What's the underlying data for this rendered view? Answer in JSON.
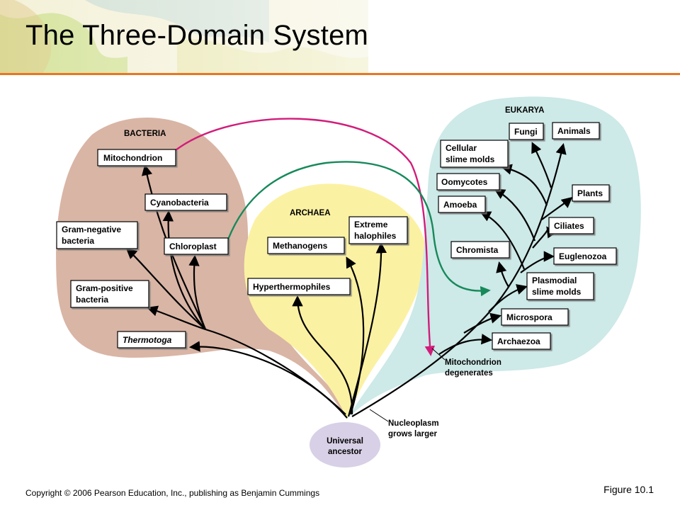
{
  "slide": {
    "title": "The Three-Domain System",
    "copyright": "Copyright © 2006 Pearson Education, Inc., publishing as Benjamin Cummings",
    "figure": "Figure 10.1"
  },
  "colors": {
    "bacteria_region": "#d9b5a5",
    "archaea_region": "#fbf1a3",
    "eukarya_region": "#cde9e8",
    "ancestor": "#d8d0e6",
    "mitochondrion_arrow": "#d11d7a",
    "chloroplast_arrow": "#17895a",
    "title_rule": "#e87722"
  },
  "diagram": {
    "domains": {
      "bacteria": "BACTERIA",
      "archaea": "ARCHAEA",
      "eukarya": "EUKARYA"
    },
    "bacteria_taxa": [
      "Mitochondrion",
      "Cyanobacteria",
      "Gram-negative",
      "bacteria",
      "Chloroplast",
      "Gram-positive",
      "bacteria",
      "Thermotoga"
    ],
    "archaea_taxa": [
      "Methanogens",
      "Extreme",
      "halophiles",
      "Hyperthermophiles"
    ],
    "eukarya_taxa": [
      "Fungi",
      "Animals",
      "Cellular",
      "slime molds",
      "Oomycotes",
      "Plants",
      "Amoeba",
      "Ciliates",
      "Chromista",
      "Euglenozoa",
      "Plasmodial",
      "slime molds",
      "Microspora",
      "Archaezoa"
    ],
    "ancestor": [
      "Universal",
      "ancestor"
    ],
    "notes": {
      "mitochondrion_degenerates": [
        "Mitochondrion",
        "degenerates"
      ],
      "nucleoplasm": [
        "Nucleoplasm",
        "grows larger"
      ]
    }
  }
}
